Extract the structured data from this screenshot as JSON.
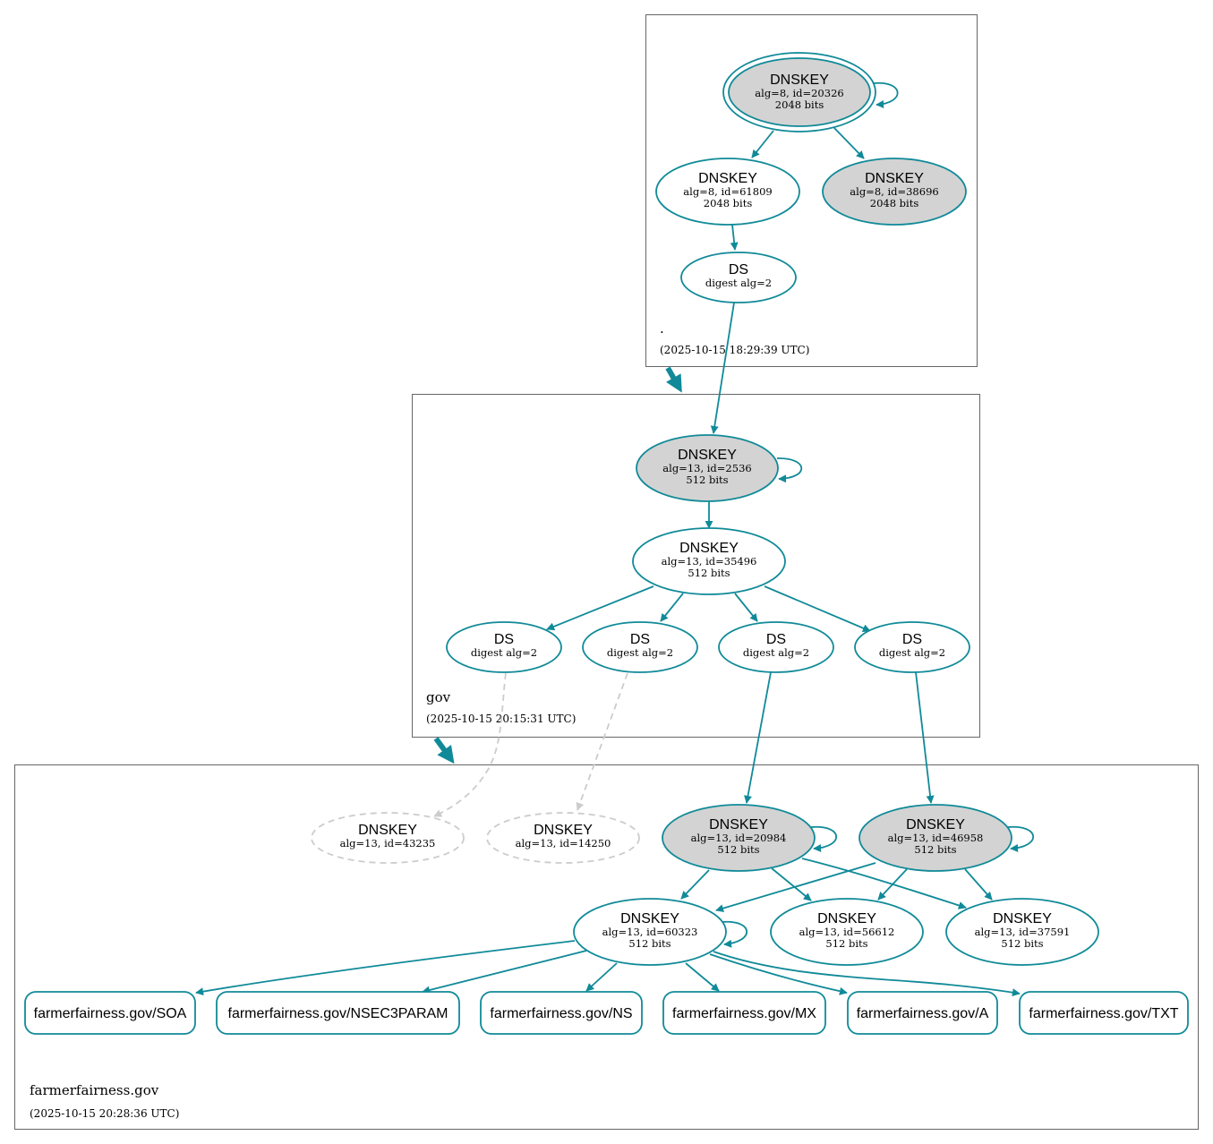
{
  "colors": {
    "edge": "#108a98",
    "sep_fill": "#d3d3d3",
    "dead": "#cccccc"
  },
  "zones": {
    "root": {
      "name": ".",
      "timestamp": "(2025-10-15 18:29:39 UTC)"
    },
    "gov": {
      "name": "gov",
      "timestamp": "(2025-10-15 20:15:31 UTC)"
    },
    "farm": {
      "name": "farmerfairness.gov",
      "timestamp": "(2025-10-15 20:28:36 UTC)"
    }
  },
  "nodes": {
    "root_ksk": {
      "title": "DNSKEY",
      "line1": "alg=8, id=20326",
      "line2": "2048 bits"
    },
    "root_zsk1": {
      "title": "DNSKEY",
      "line1": "alg=8, id=61809",
      "line2": "2048 bits"
    },
    "root_zsk2": {
      "title": "DNSKEY",
      "line1": "alg=8, id=38696",
      "line2": "2048 bits"
    },
    "root_ds": {
      "title": "DS",
      "line1": "digest alg=2"
    },
    "gov_ksk": {
      "title": "DNSKEY",
      "line1": "alg=13, id=2536",
      "line2": "512 bits"
    },
    "gov_zsk": {
      "title": "DNSKEY",
      "line1": "alg=13, id=35496",
      "line2": "512 bits"
    },
    "gov_ds1": {
      "title": "DS",
      "line1": "digest alg=2"
    },
    "gov_ds2": {
      "title": "DS",
      "line1": "digest alg=2"
    },
    "gov_ds3": {
      "title": "DS",
      "line1": "digest alg=2"
    },
    "gov_ds4": {
      "title": "DS",
      "line1": "digest alg=2"
    },
    "ff_dead1": {
      "title": "DNSKEY",
      "line1": "alg=13, id=43235"
    },
    "ff_dead2": {
      "title": "DNSKEY",
      "line1": "alg=13, id=14250"
    },
    "ff_ksk1": {
      "title": "DNSKEY",
      "line1": "alg=13, id=20984",
      "line2": "512 bits"
    },
    "ff_ksk2": {
      "title": "DNSKEY",
      "line1": "alg=13, id=46958",
      "line2": "512 bits"
    },
    "ff_zsk": {
      "title": "DNSKEY",
      "line1": "alg=13, id=60323",
      "line2": "512 bits"
    },
    "ff_k56612": {
      "title": "DNSKEY",
      "line1": "alg=13, id=56612",
      "line2": "512 bits"
    },
    "ff_k37591": {
      "title": "DNSKEY",
      "line1": "alg=13, id=37591",
      "line2": "512 bits"
    }
  },
  "rrsets": {
    "soa": "farmerfairness.gov/SOA",
    "nsec3param": "farmerfairness.gov/NSEC3PARAM",
    "ns": "farmerfairness.gov/NS",
    "mx": "farmerfairness.gov/MX",
    "a": "farmerfairness.gov/A",
    "txt": "farmerfairness.gov/TXT"
  }
}
